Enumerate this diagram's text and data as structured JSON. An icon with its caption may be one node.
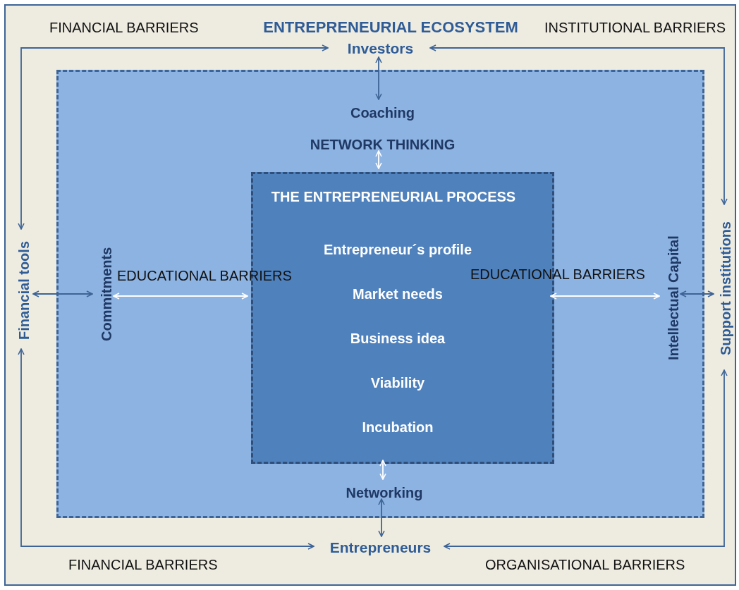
{
  "diagram": {
    "nodes": [
      {
        "text": [
          "ENTREPRENEURIAL ECOSYSTEM"
        ]
      },
      {
        "text": [
          "Investors"
        ],
        "in": 0
      },
      {
        "text": [],
        "shape": "box",
        "in": 0
      },
      {
        "text": [
          "Coaching"
        ],
        "in": 2
      },
      {
        "text": [
          "NETWORK THINKING"
        ],
        "in": 2
      },
      {
        "text": [
          "Commitments"
        ],
        "in": 2
      },
      {
        "text": [
          "Intellectual Capital"
        ],
        "in": 2
      },
      {
        "text": [
          "THE ENTREPRENEURIAL PROCESS",
          "Entrepreneur´s profile",
          "Market needs",
          "Business idea",
          "Viability",
          "Incubation"
        ],
        "in": 2
      },
      {
        "text": [
          "Networking"
        ],
        "in": 2
      },
      {
        "text": [
          "Entrepreneurs"
        ],
        "in": 0
      },
      {
        "text": [
          "Financial tools"
        ],
        "in": 0
      },
      {
        "text": [
          "Support institutions"
        ],
        "in": 0
      }
    ],
    "edges": [
      {
        "from": 10,
        "to": 1,
        "arrow": "both",
        "label": "FINANCIAL BARRIERS"
      },
      {
        "from": 1,
        "to": 11,
        "arrow": "both",
        "label": "INSTITUTIONAL BARRIERS"
      },
      {
        "from": 10,
        "to": 9,
        "arrow": "both",
        "label": "FINANCIAL BARRIERS"
      },
      {
        "from": 9,
        "to": 11,
        "arrow": "both",
        "label": "ORGANISATIONAL BARRIERS"
      },
      {
        "from": 1,
        "to": 3,
        "arrow": "both"
      },
      {
        "from": 4,
        "to": 7,
        "arrow": "both",
        "color": "#ffffff"
      },
      {
        "from": 7,
        "to": 8,
        "arrow": "both",
        "color": "#ffffff"
      },
      {
        "from": 8,
        "to": 9,
        "arrow": "both"
      },
      {
        "from": 10,
        "to": 5,
        "arrow": "both"
      },
      {
        "from": 11,
        "to": 6,
        "arrow": "both"
      },
      {
        "from": 5,
        "to": 7,
        "arrow": "both",
        "label": "EDUCATIONAL BARRIERS",
        "color": "#ffffff"
      },
      {
        "from": 7,
        "to": 6,
        "arrow": "both",
        "label": "EDUCATIONAL BARRIERS",
        "color": "#ffffff"
      }
    ]
  }
}
